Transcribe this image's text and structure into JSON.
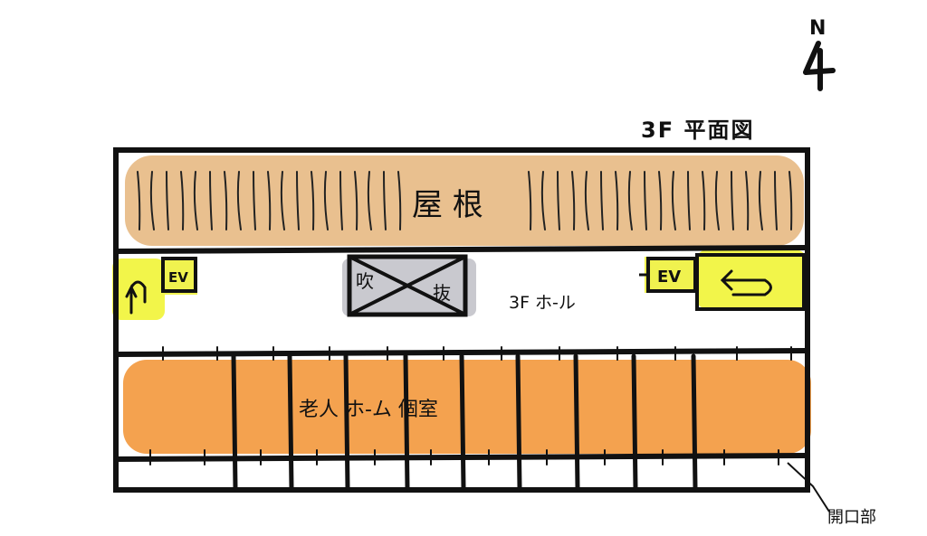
{
  "title": "3F 平面図",
  "north": {
    "letter": "N"
  },
  "labels": {
    "roof": "屋 根",
    "void_left": "吹",
    "void_right": "抜",
    "hall": "3F ホ-ル",
    "ev_left": "EV",
    "ev_right": "EV",
    "rooms": "老人 ホ-ム 個室",
    "opening": "開口部"
  },
  "colors": {
    "ink": "#111111",
    "roof": "#e9c08f",
    "rooms": "#f4a24f",
    "stairs": "#f2f54a",
    "ev": "#f0f24f",
    "void": "#c9c9cf"
  }
}
